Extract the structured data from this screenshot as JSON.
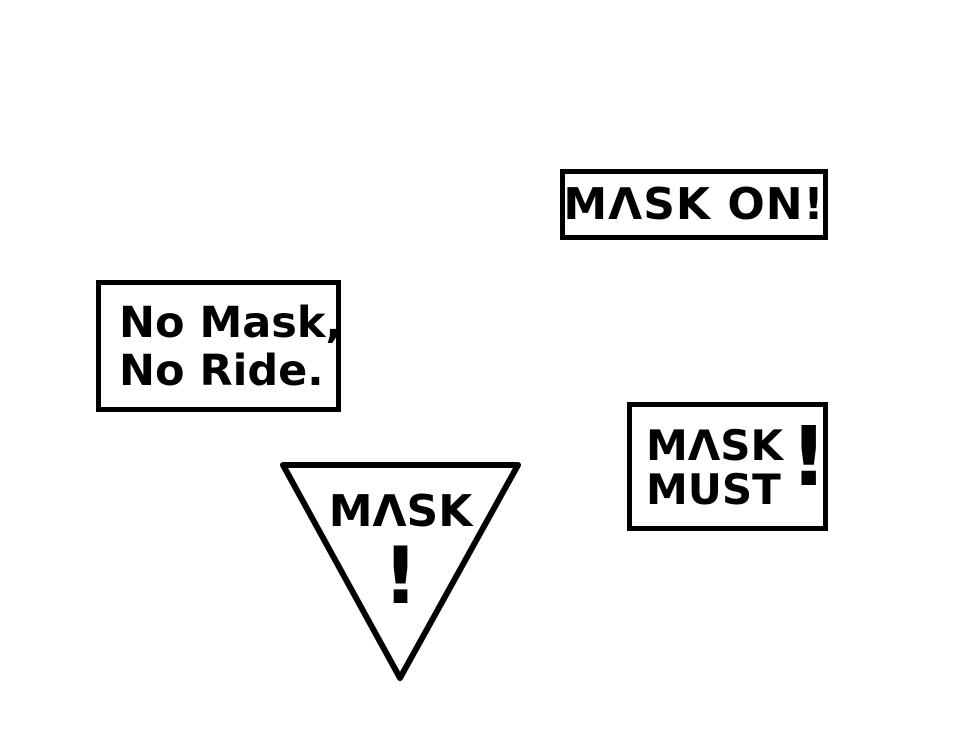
{
  "signs": {
    "mask_on": {
      "text": "MΛSK ON!"
    },
    "no_ride": {
      "line1": "No Mask,",
      "line2": "No Ride."
    },
    "mask_must": {
      "line1": "MΛSK",
      "line2": "MUST",
      "exclamation": "!"
    },
    "triangle": {
      "word": "MΛSK",
      "exclamation": "!"
    }
  },
  "colors": {
    "background": "#ffffff",
    "ink": "#000000"
  }
}
